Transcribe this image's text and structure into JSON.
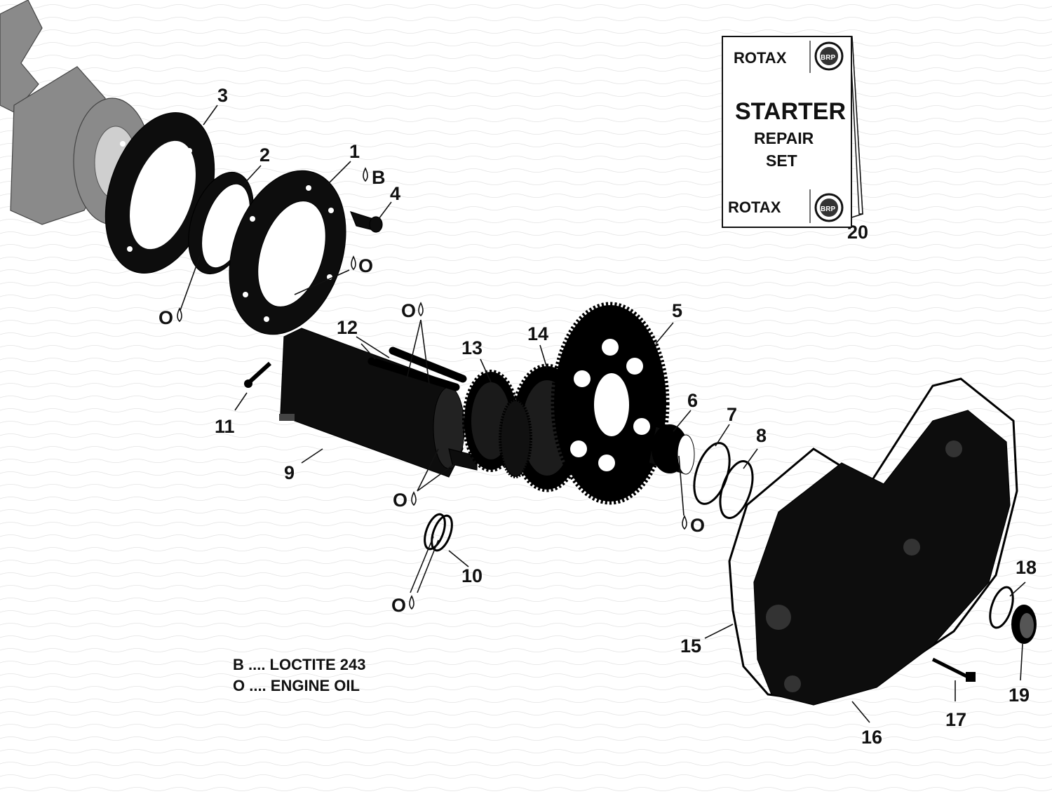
{
  "callouts": [
    {
      "id": "1",
      "label": "1"
    },
    {
      "id": "2",
      "label": "2"
    },
    {
      "id": "3",
      "label": "3"
    },
    {
      "id": "4",
      "label": "4"
    },
    {
      "id": "5",
      "label": "5"
    },
    {
      "id": "6",
      "label": "6"
    },
    {
      "id": "7",
      "label": "7"
    },
    {
      "id": "8",
      "label": "8"
    },
    {
      "id": "9",
      "label": "9"
    },
    {
      "id": "10",
      "label": "10"
    },
    {
      "id": "11",
      "label": "11"
    },
    {
      "id": "12",
      "label": "12"
    },
    {
      "id": "13",
      "label": "13"
    },
    {
      "id": "14",
      "label": "14"
    },
    {
      "id": "15",
      "label": "15"
    },
    {
      "id": "16",
      "label": "16"
    },
    {
      "id": "17",
      "label": "17"
    },
    {
      "id": "18",
      "label": "18"
    },
    {
      "id": "19",
      "label": "19"
    },
    {
      "id": "20",
      "label": "20"
    }
  ],
  "lubrication_marks": {
    "loctite_code": "B",
    "oil_code": "O"
  },
  "legend": {
    "line_b": "B .... LOCTITE 243",
    "line_o": "O .... ENGINE OIL"
  },
  "repair_kit": {
    "brand": "ROTAX",
    "badge": "BRP",
    "title": "STARTER",
    "subtitle_1": "REPAIR",
    "subtitle_2": "SET"
  }
}
